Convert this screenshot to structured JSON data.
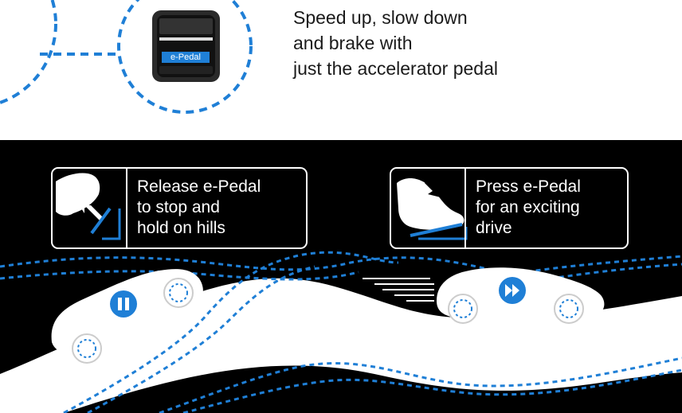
{
  "header": {
    "headline": [
      "Speed up, slow down",
      "and brake with",
      "just the accelerator pedal"
    ],
    "pedal_label": "e-Pedal"
  },
  "modes": {
    "release": {
      "lines": [
        "Release e-Pedal",
        "to stop and",
        "hold on hills"
      ],
      "status_icon": "pause-icon"
    },
    "press": {
      "lines": [
        "Press e-Pedal",
        "for an exciting",
        "drive"
      ],
      "status_icon": "fast-forward-icon"
    }
  },
  "colors": {
    "accent_blue": "#1f7fd6",
    "background_dark": "#000000",
    "background_light": "#ffffff",
    "text_dark": "#1a1a1a"
  }
}
